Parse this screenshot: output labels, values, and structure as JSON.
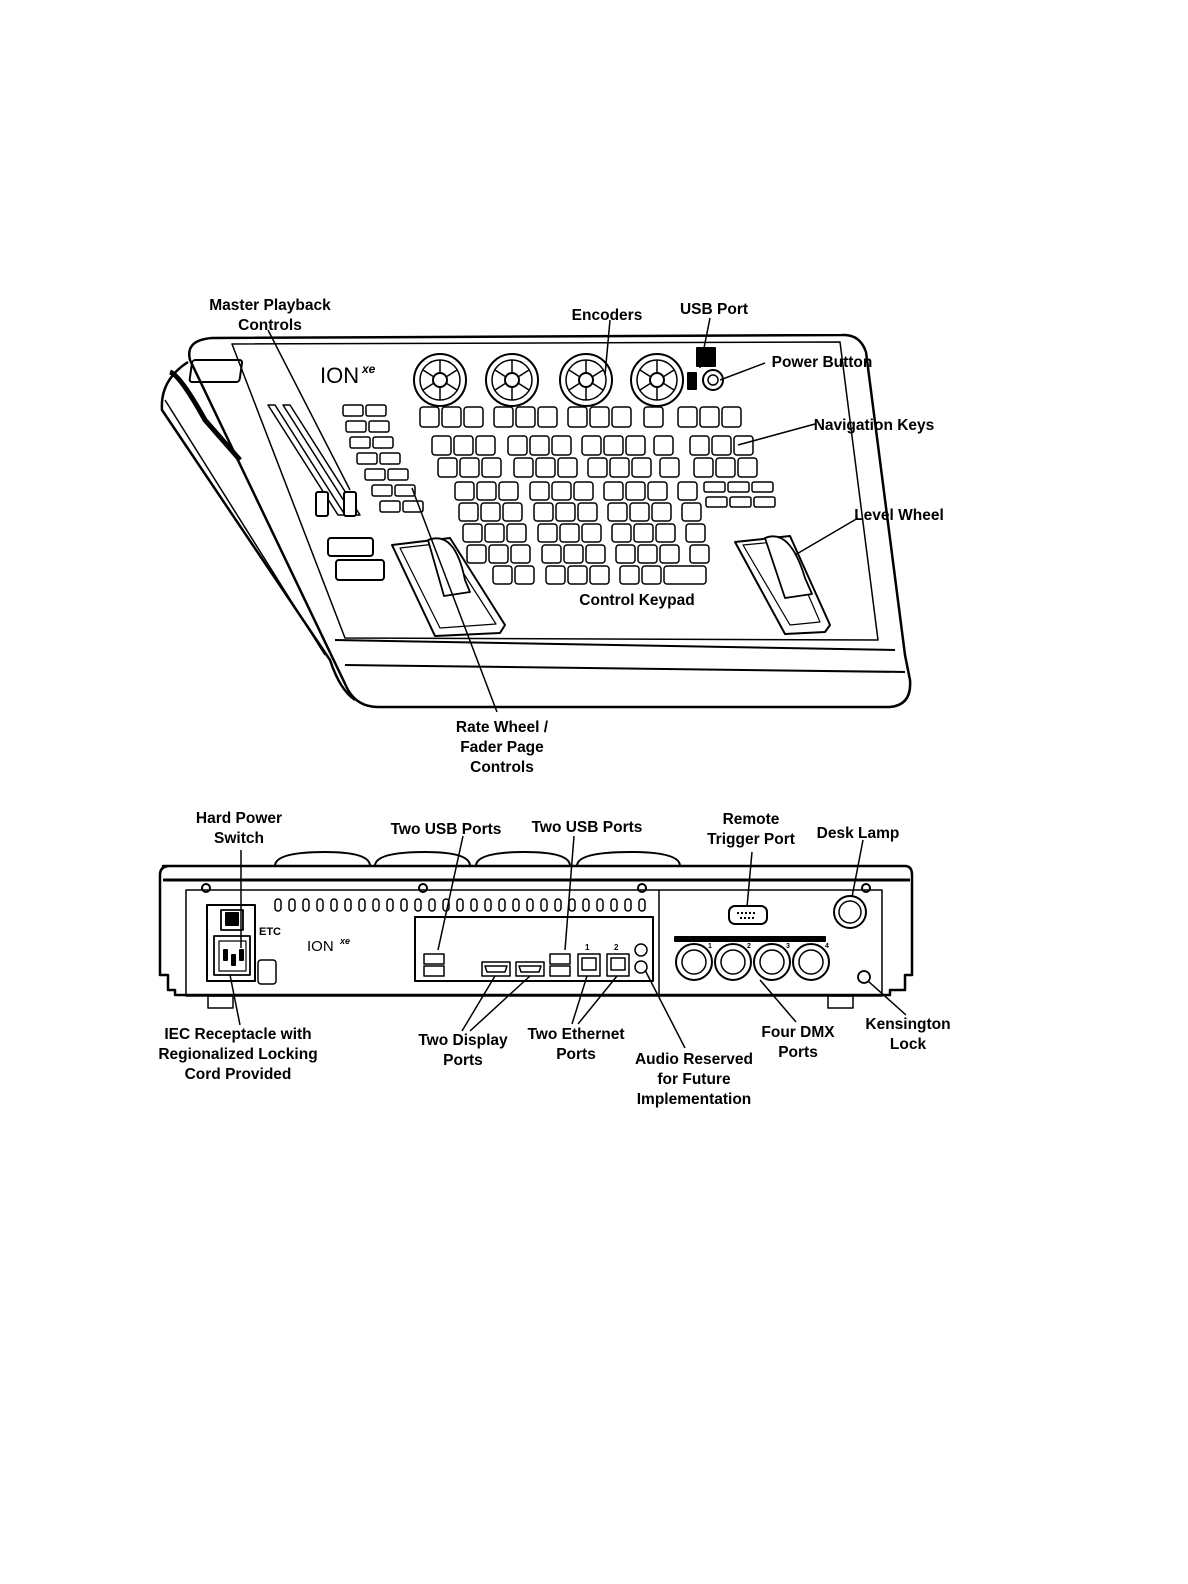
{
  "labels": {
    "master_playback": [
      "Master Playback",
      "Controls"
    ],
    "encoders": "Encoders",
    "usb_port": "USB Port",
    "power_button": "Power Button",
    "navigation_keys": "Navigation Keys",
    "level_wheel": "Level Wheel",
    "control_keypad": "Control Keypad",
    "rate_wheel": [
      "Rate Wheel /",
      "Fader Page",
      "Controls"
    ],
    "hard_power_switch": [
      "Hard Power",
      "Switch"
    ],
    "two_usb_ports_left": "Two USB Ports",
    "two_usb_ports_right": "Two USB Ports",
    "remote_trigger_port": [
      "Remote",
      "Trigger Port"
    ],
    "desk_lamp": "Desk Lamp",
    "iec_receptacle": [
      "IEC Receptacle with",
      "Regionalized Locking",
      "Cord Provided"
    ],
    "two_display_ports": [
      "Two Display",
      "Ports"
    ],
    "two_ethernet_ports": [
      "Two Ethernet",
      "Ports"
    ],
    "audio_reserved": [
      "Audio Reserved",
      "for Future",
      "Implementation"
    ],
    "four_dmx_ports": [
      "Four DMX",
      "Ports"
    ],
    "kensington_lock": [
      "Kensington",
      "Lock"
    ]
  },
  "device_markings": {
    "logo": "ION",
    "logo_suffix": "xe",
    "brand": "ETC",
    "ethernet_port_numbers": [
      "1",
      "2"
    ],
    "dmx_port_numbers": [
      "1",
      "2",
      "3",
      "4"
    ]
  }
}
